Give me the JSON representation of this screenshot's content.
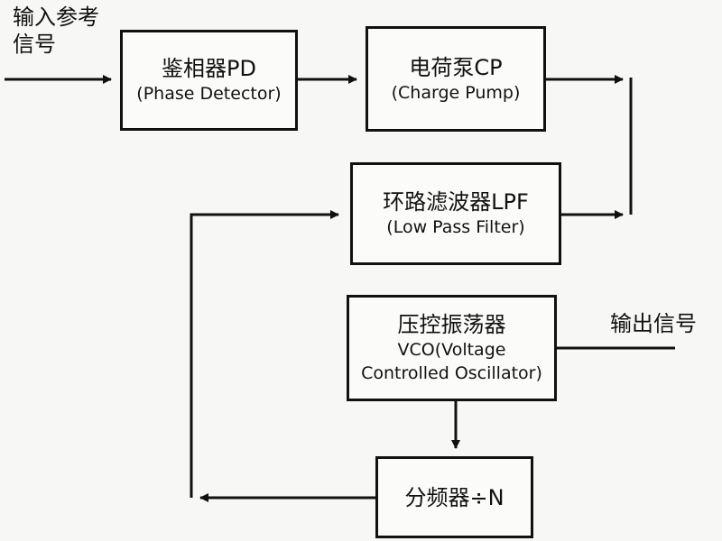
{
  "input_label": "输入参考信号",
  "output_label": "输出信号",
  "blocks": {
    "pd": {
      "title": "鉴相器PD",
      "subtitle": "(Phase Detector)"
    },
    "cp": {
      "title": "电荷泵CP",
      "subtitle": "(Charge Pump)"
    },
    "lpf": {
      "title": "环路滤波器LPF",
      "subtitle": "(Low Pass Filter)"
    },
    "vco": {
      "title": "压控振荡器",
      "subtitle_line1": "VCO(Voltage",
      "subtitle_line2": "Controlled Oscillator)"
    },
    "div": {
      "title": "分频器÷N"
    }
  }
}
